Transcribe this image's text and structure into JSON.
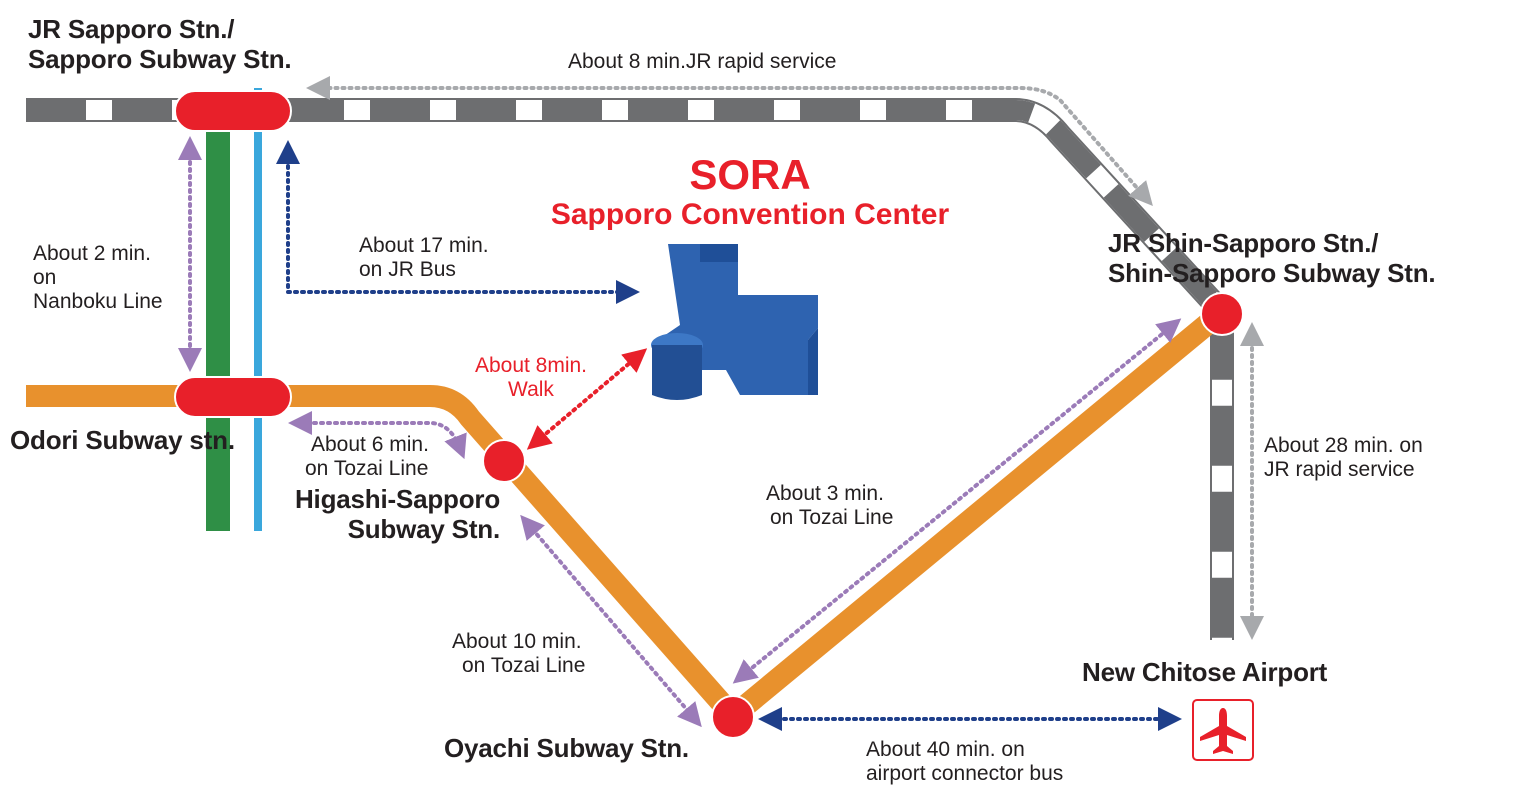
{
  "title": {
    "main": "SORA",
    "sub": "Sapporo Convention Center"
  },
  "stations": {
    "jr_sapporo": [
      "JR Sapporo Stn./",
      "Sapporo Subway Stn."
    ],
    "odori": "Odori Subway stn.",
    "higashi_sapporo": [
      "Higashi-Sapporo",
      "Subway Stn."
    ],
    "oyachi": "Oyachi Subway Stn.",
    "shin_sapporo": [
      "JR Shin-Sapporo Stn./",
      "Shin-Sapporo Subway Stn."
    ],
    "new_chitose": "New Chitose Airport"
  },
  "routes": {
    "jr_rapid_top": "About 8 min.JR rapid service",
    "nanboku": [
      "About 2 min.",
      "on",
      "Nanboku Line"
    ],
    "jr_bus": [
      "About 17 min.",
      "on JR Bus"
    ],
    "walk": [
      "About 8min.",
      "Walk"
    ],
    "tozai_6": [
      "About 6 min.",
      "on Tozai Line"
    ],
    "tozai_3": [
      "About 3 min.",
      "on Tozai Line"
    ],
    "tozai_10": [
      "About 10 min.",
      "on Tozai Line"
    ],
    "jr_rapid_airport": [
      "About 28 min. on",
      "JR rapid service"
    ],
    "airport_bus": [
      "About 40 min. on",
      "airport connector bus"
    ]
  },
  "icons": {
    "venue": "convention-center-building-icon",
    "airport": "airplane-icon"
  },
  "colors": {
    "brand_red": "#e8202a",
    "tozai_line": "#e8912d",
    "nanboku_line": "#2f8f46",
    "toho_line": "#3aa7dc",
    "jr_line": "#6d6e70",
    "venue_blue": "#2e63b0",
    "arrow_purple": "#9b7bb8",
    "arrow_navy": "#1f3f8a",
    "arrow_gray": "#a7a9ac"
  }
}
